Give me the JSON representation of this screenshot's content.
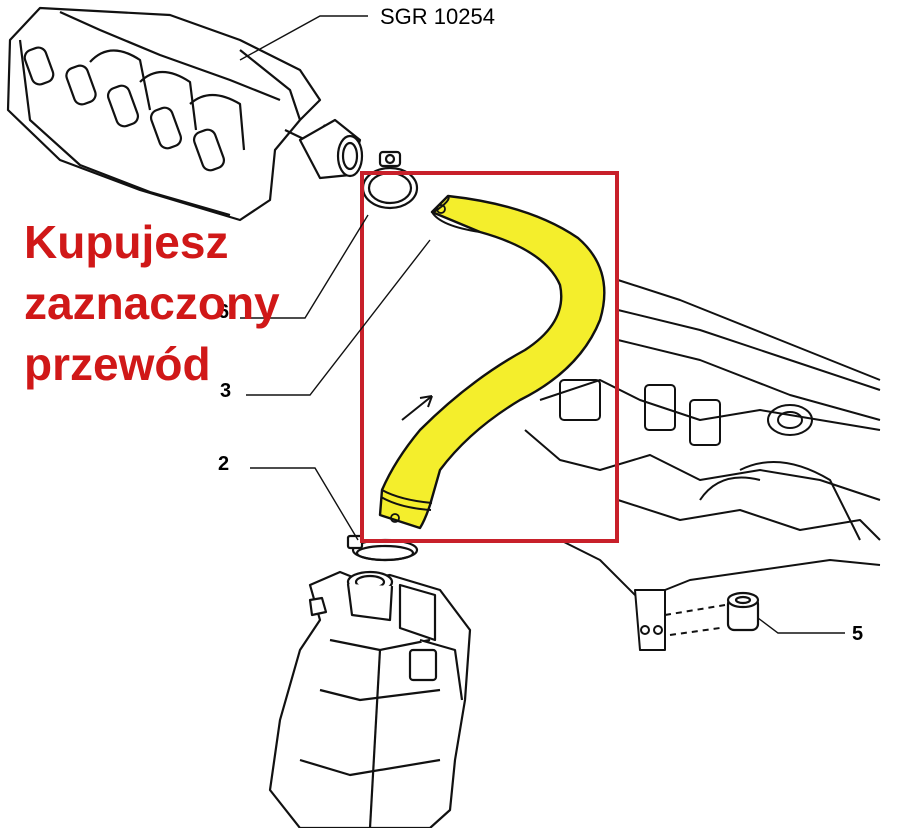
{
  "reference": "SGR 10254",
  "promo_lines": [
    "Kupujesz",
    "zaznaczony",
    "przewód"
  ],
  "callouts": {
    "c2": "2",
    "c3": "3",
    "c5": "5",
    "c6": "6"
  },
  "colors": {
    "hose": "#f4ee2c",
    "highlight_frame": "#c8202a",
    "promo_text": "#d01818"
  }
}
